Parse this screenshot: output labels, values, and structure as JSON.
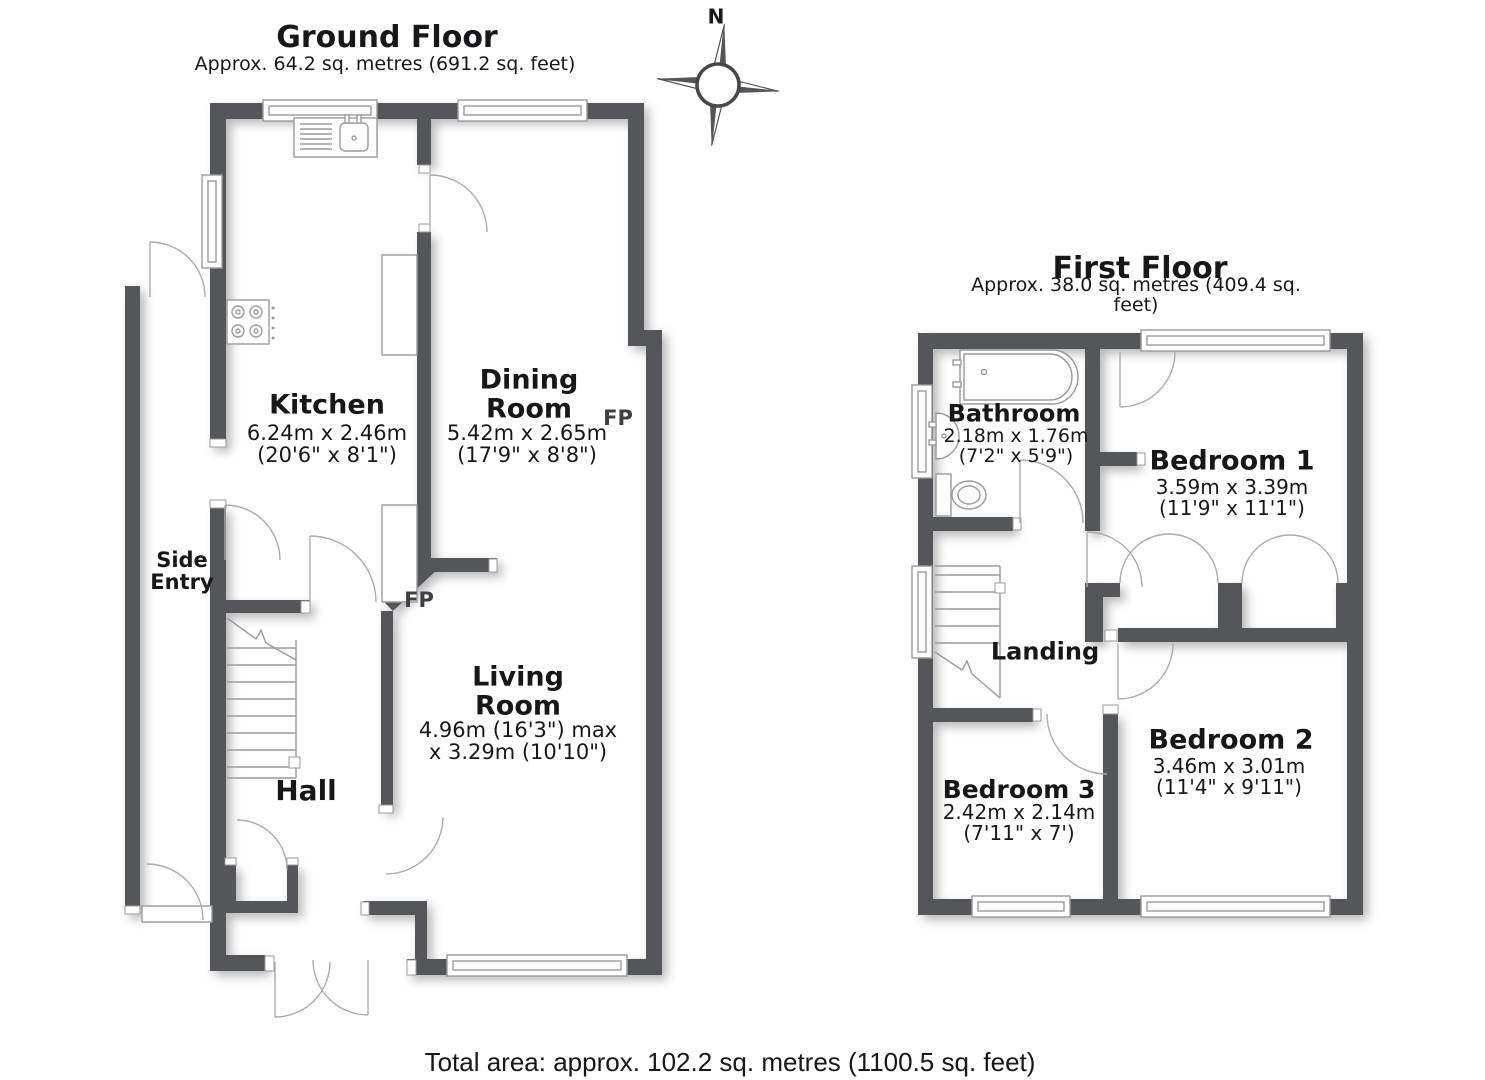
{
  "compass": {
    "label": "N"
  },
  "ground_floor": {
    "title": "Ground Floor",
    "subtitle": "Approx. 64.2 sq. metres (691.2 sq. feet)",
    "kitchen_name": "Kitchen",
    "kitchen_dims": "6.24m x 2.46m\n(20'6\" x 8'1\")",
    "dining_name": "Dining\nRoom",
    "dining_dims": "5.42m x 2.65m\n(17'9\" x 8'8\")",
    "living_name": "Living\nRoom",
    "living_dims": "4.96m (16'3\") max\nx 3.29m (10'10\")",
    "hall_name": "Hall",
    "side_entry_name": "Side\nEntry",
    "fp_dining": "FP",
    "fp_living": "FP"
  },
  "first_floor": {
    "title": "First Floor",
    "subtitle": "Approx. 38.0 sq. metres (409.4 sq. feet)",
    "bathroom_name": "Bathroom",
    "bathroom_dims": "2.18m x 1.76m\n(7'2\" x 5'9\")",
    "bedroom1_name": "Bedroom 1",
    "bedroom1_dims": "3.59m x 3.39m\n(11'9\" x 11'1\")",
    "bedroom2_name": "Bedroom 2",
    "bedroom2_dims": "3.46m x 3.01m\n(11'4\" x 9'11\")",
    "bedroom3_name": "Bedroom 3",
    "bedroom3_dims": "2.42m x 2.14m\n(7'11\" x 7')",
    "landing_name": "Landing"
  },
  "footer": {
    "total_area": "Total area: approx. 102.2 sq. metres (1100.5 sq. feet)"
  },
  "colors": {
    "wall": "#55565a",
    "line": "#9a9a9e",
    "text": "#17171a"
  }
}
